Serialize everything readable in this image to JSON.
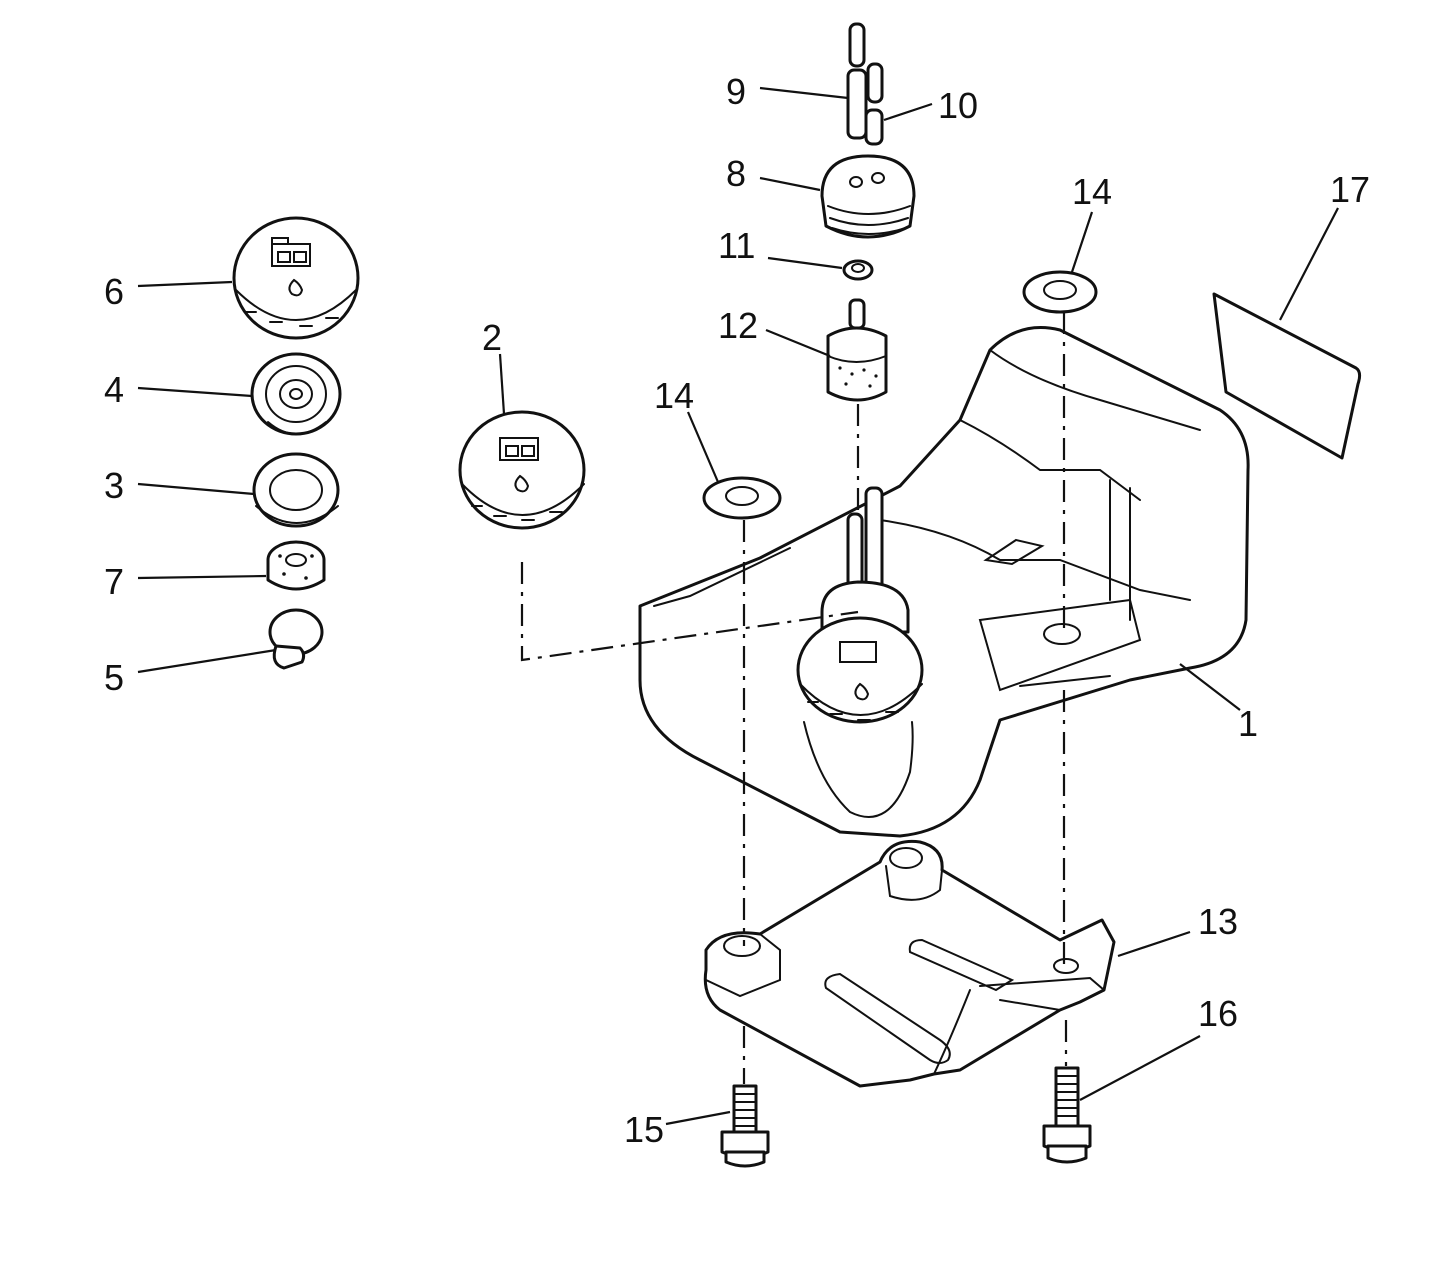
{
  "callouts": {
    "c1": "1",
    "c2": "2",
    "c3": "3",
    "c4": "4",
    "c5": "5",
    "c6": "6",
    "c7": "7",
    "c8": "8",
    "c9": "9",
    "c10": "10",
    "c11": "11",
    "c12": "12",
    "c13": "13",
    "c14a": "14",
    "c14b": "14",
    "c15": "15",
    "c16": "16",
    "c17": "17"
  },
  "icons": {
    "cap_symbol": "fuel-pump-icon",
    "cap_drop": "oil-drop-icon"
  },
  "colors": {
    "line": "#111111",
    "paper": "#ffffff"
  }
}
